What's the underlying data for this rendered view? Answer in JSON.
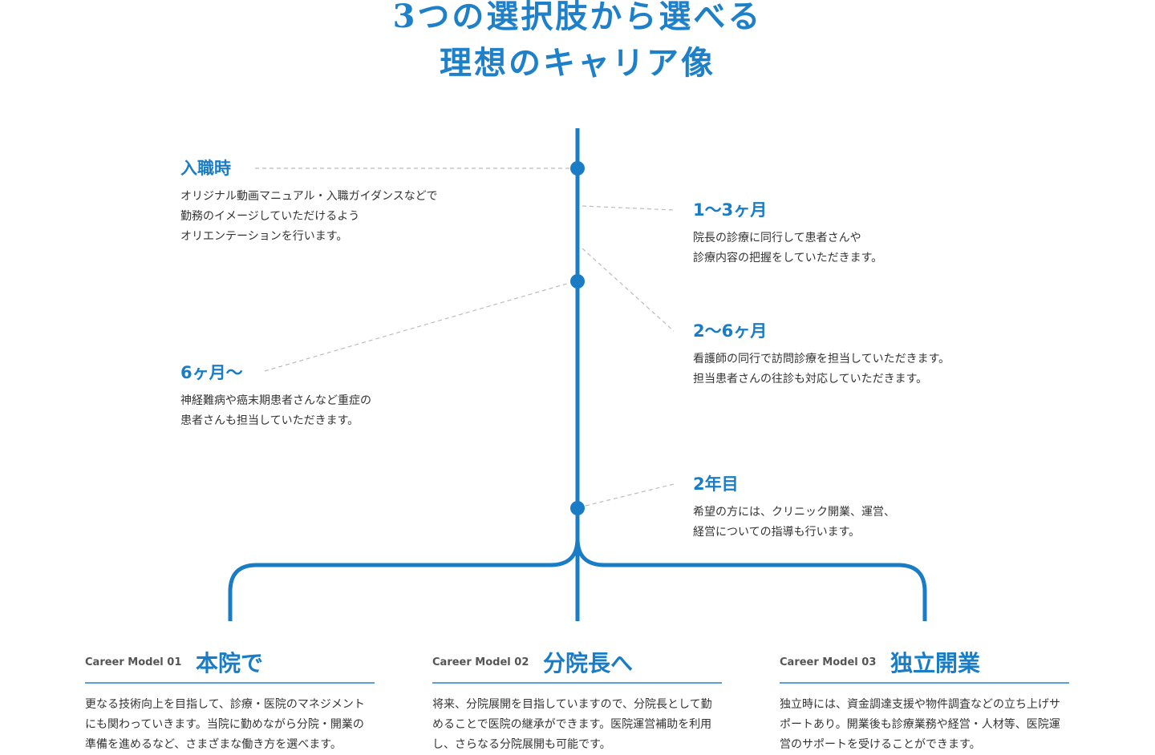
{
  "title": {
    "line1": "3つの選択肢から選べる",
    "line2": "理想のキャリア像"
  },
  "colors": {
    "accent": "#1a7cc4",
    "dash": "#bbbbbb",
    "text": "#333333"
  },
  "timeline": [
    {
      "label": "入職時",
      "text": "オリジナル動画マニュアル・入職ガイダンスなどで\n勤務のイメージしていただけるよう\nオリエンテーションを行います。"
    },
    {
      "label": "1〜3ヶ月",
      "text": "院長の診療に同行して患者さんや\n診療内容の把握をしていただきます。"
    },
    {
      "label": "2〜6ヶ月",
      "text": "看護師の同行で訪問診療を担当していただきます。\n担当患者さんの往診も対応していただきます。"
    },
    {
      "label": "6ヶ月〜",
      "text": "神経難病や癌末期患者さんなど重症の\n患者さんも担当していただきます。"
    },
    {
      "label": "2年目",
      "text": "希望の方には、クリニック開業、運営、\n経営についての指導も行います。"
    }
  ],
  "models": [
    {
      "sub": "Career Model 01",
      "name": "本院で",
      "text": "更なる技術向上を目指して、診療・医院のマネジメントにも関わっていきます。当院に勤めながら分院・開業の準備を進めるなど、さまざまな働き方を選べます。"
    },
    {
      "sub": "Career Model 02",
      "name": "分院長へ",
      "text": "将来、分院展開を目指していますので、分院長として勤めることで医院の継承ができます。医院運営補助を利用し、さらなる分院展開も可能です。"
    },
    {
      "sub": "Career Model 03",
      "name": "独立開業",
      "text": "独立時には、資金調達支援や物件調査などの立ち上げサポートあり。開業後も診療業務や経営・人材等、医院運営のサポートを受けることができます。"
    }
  ]
}
